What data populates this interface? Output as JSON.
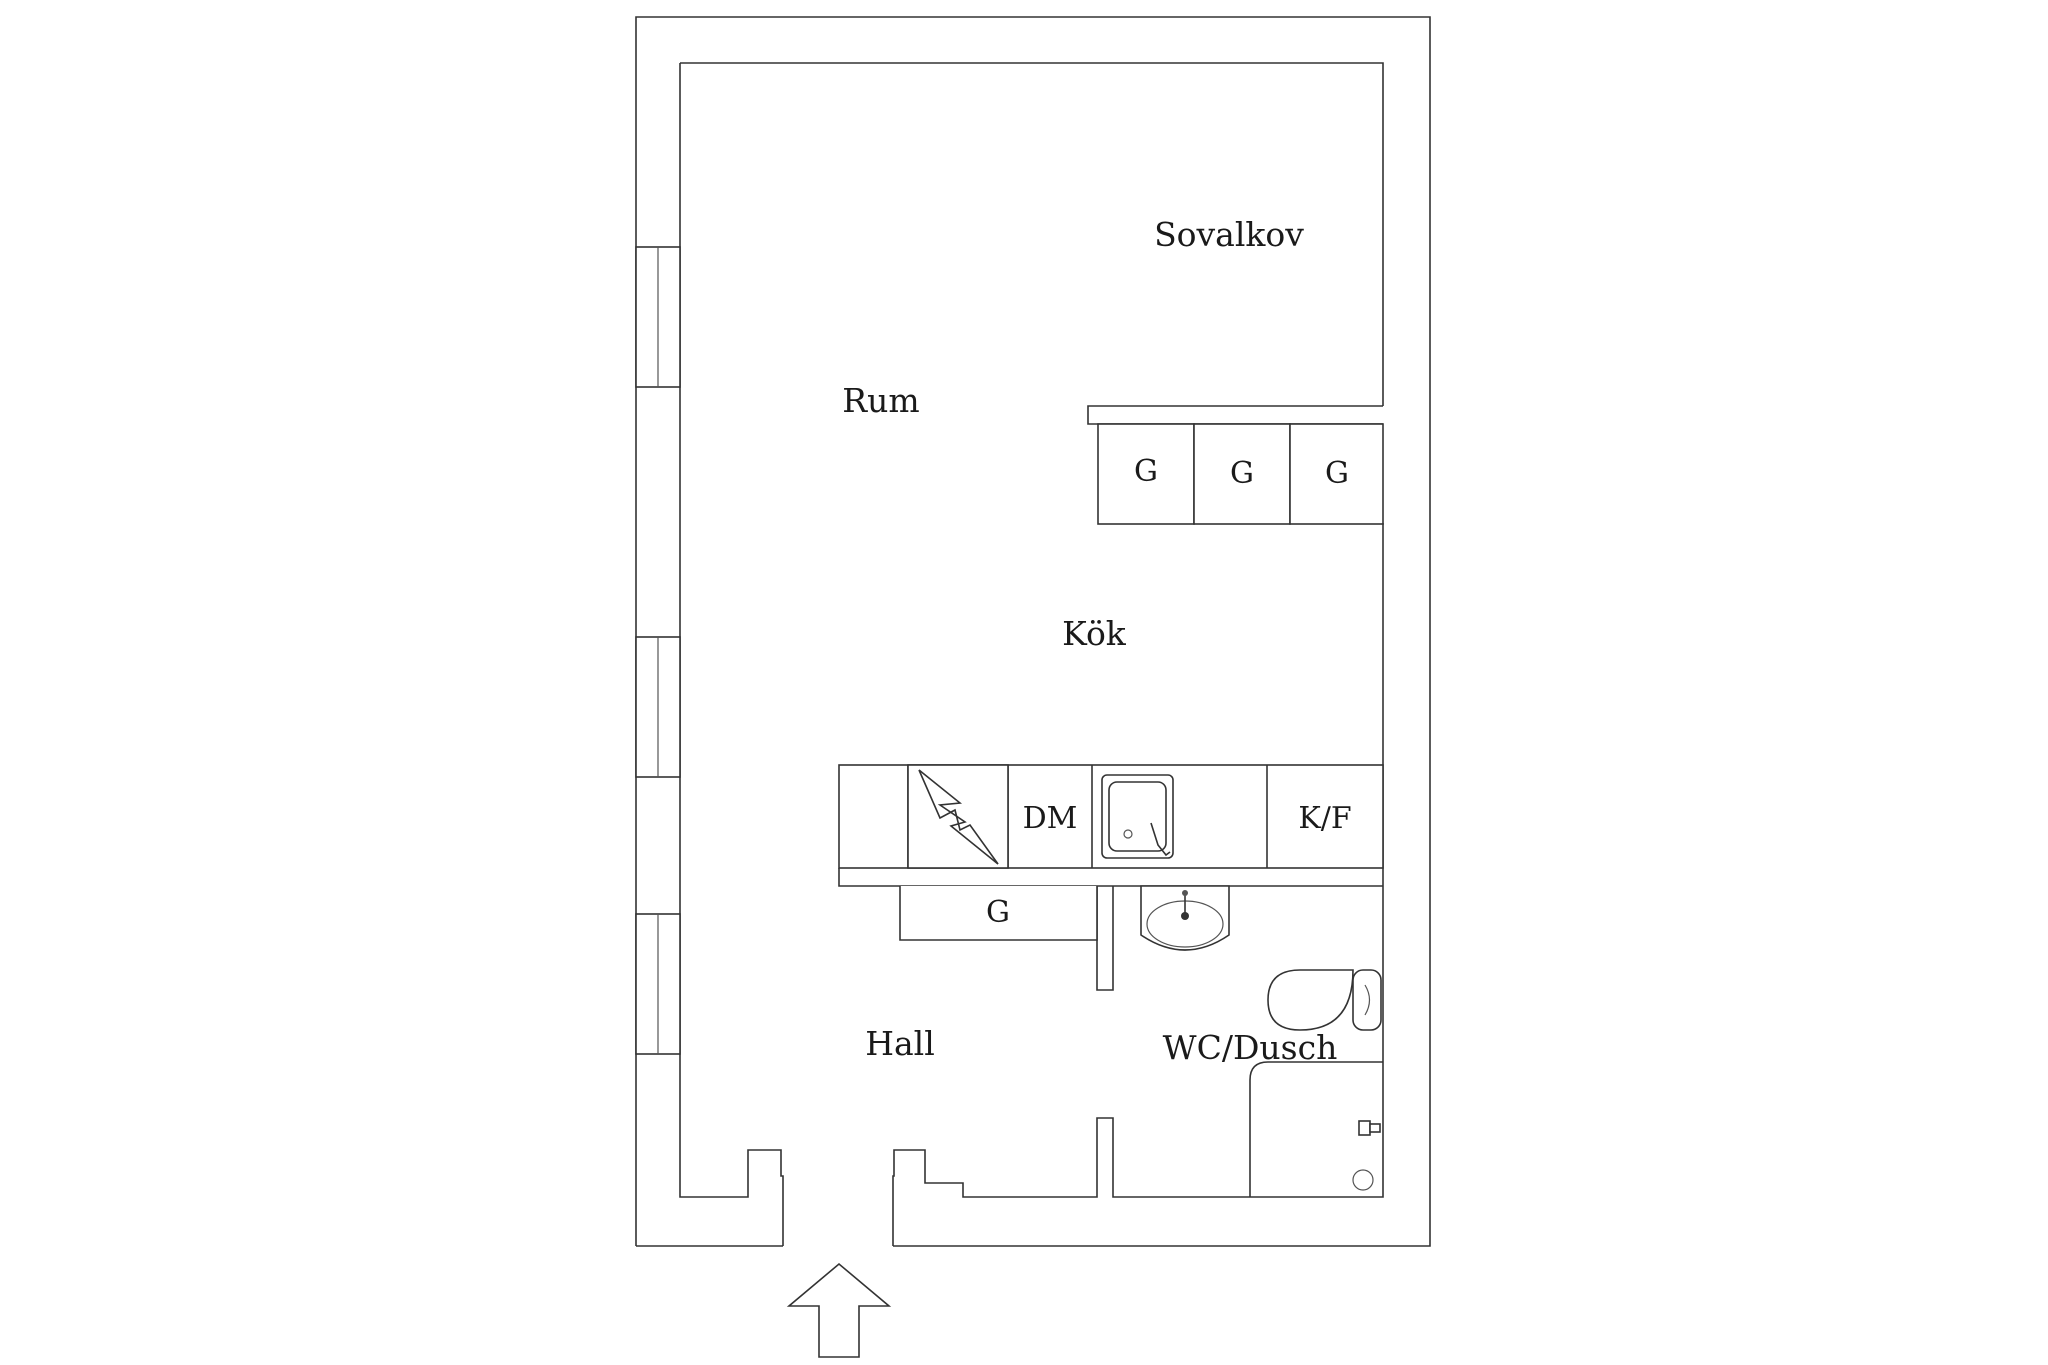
{
  "rooms": {
    "sovalkov": "Sovalkov",
    "rum": "Rum",
    "kok": "Kök",
    "hall": "Hall",
    "wc": "WC/Dusch"
  },
  "fixtures": {
    "wardrobe_1": "G",
    "wardrobe_2": "G",
    "wardrobe_3": "G",
    "hall_wardrobe": "G",
    "dishwasher": "DM",
    "fridge_freezer": "K/F"
  },
  "icons": [
    "entrance-arrow-icon",
    "stove-icon",
    "kitchen-sink-icon",
    "washbasin-icon",
    "toilet-icon",
    "shower-tap-icon",
    "floor-drain-icon"
  ]
}
